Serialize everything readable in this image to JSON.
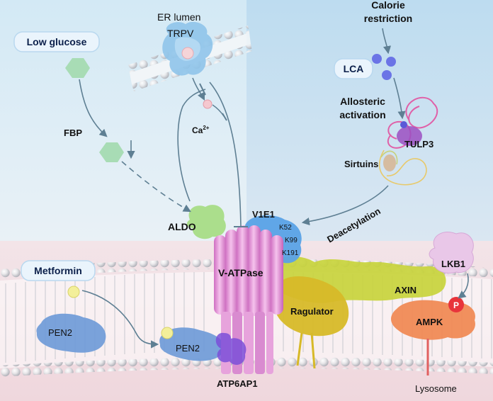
{
  "labels": {
    "low_glucose": "Low glucose",
    "metformin": "Metformin",
    "lca": "LCA",
    "er_lumen": "ER lumen",
    "trpv": "TRPV",
    "calorie": "Calorie",
    "restriction": "restriction",
    "allosteric": "Allosteric",
    "activation": "activation",
    "tulp3": "TULP3",
    "sirtuins": "Sirtuins",
    "deacetylation": "Deacetylation",
    "fbp": "FBP",
    "ca_base": "Ca",
    "ca_sup": "2+",
    "aldo": "ALDO",
    "v1e1": "V1E1",
    "k52": "K52",
    "k99": "K99",
    "k191": "K191",
    "vatpase": "V-ATPase",
    "ragulator": "Ragulator",
    "axin": "AXIN",
    "lkb1": "LKB1",
    "p": "P",
    "ampk": "AMPK",
    "pen2_left": "PEN2",
    "pen2_mid": "PEN2",
    "atp6ap1": "ATP6AP1",
    "lysosome": "Lysosome"
  },
  "colors": {
    "bg_left_top": "#cfe6f4",
    "bg_right_top": "#bedcf0",
    "bg_bottom": "#f1dde2",
    "pill": "#eaf4fc",
    "arrow": "#5e7f93",
    "vatpase": "#e89ad8",
    "ragulator": "#d4b92a",
    "axin": "#c3cf3a",
    "ampk": "#f08a55",
    "pen2": "#6f9bd8",
    "v1e1": "#5aa2e6",
    "aldo": "#9ed57c",
    "phospho": "#e8343b"
  }
}
